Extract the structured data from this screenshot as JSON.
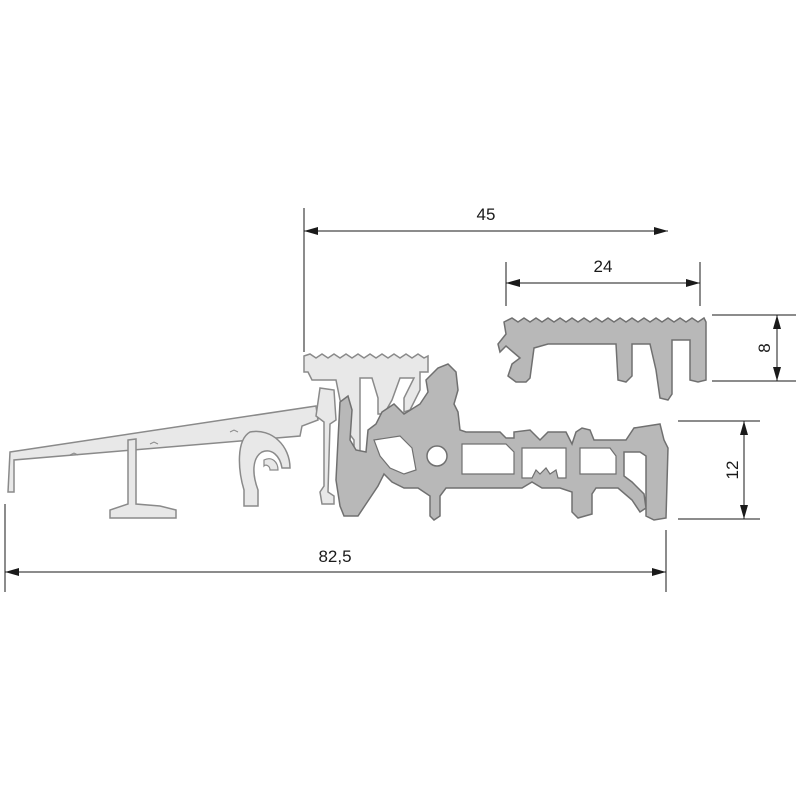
{
  "dimensions": {
    "overall_width": "82,5",
    "upper_width": "45",
    "cover_width": "24",
    "cover_height": "8",
    "base_height": "12"
  },
  "colors": {
    "light_profile": "#e8e8e8",
    "light_edge": "#8a8a8a",
    "dark_profile": "#b8b8b8",
    "dark_edge": "#707070",
    "lines": "#1a1a1a"
  }
}
